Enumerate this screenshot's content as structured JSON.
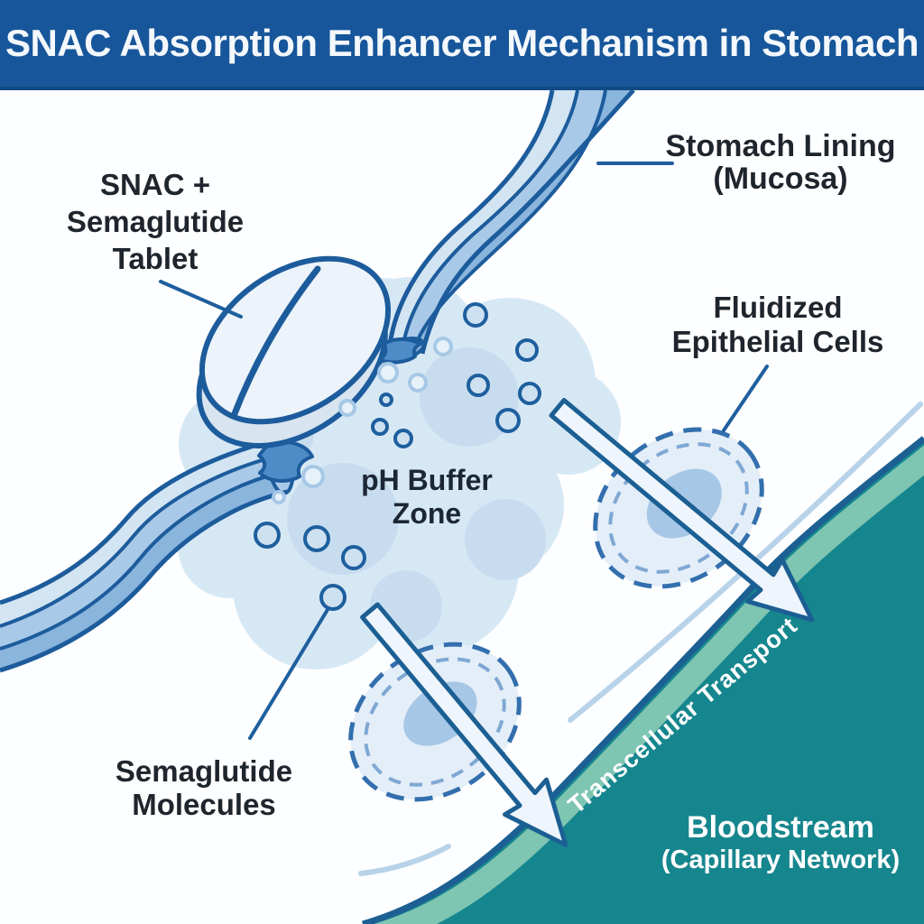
{
  "title": {
    "text": "SNAC Absorption Enhancer Mechanism in Stomach"
  },
  "labels": {
    "tablet": {
      "lines": [
        "SNAC +",
        "Semaglutide",
        "Tablet"
      ]
    },
    "stomach_lining": {
      "lines": [
        "Stomach Lining",
        "(Mucosa)"
      ]
    },
    "fluidized_cells": {
      "lines": [
        "Fluidized",
        "Epithelial Cells"
      ]
    },
    "ph_buffer_zone": {
      "lines": [
        "pH Buffer",
        "Zone"
      ]
    },
    "semaglutide_molecules": {
      "lines": [
        "Semaglutide",
        "Molecules"
      ]
    },
    "transcellular_transport": {
      "text": "Transcellular Transport"
    },
    "bloodstream": {
      "lines": [
        "Bloodstream",
        "(Capillary Network)"
      ]
    }
  },
  "colors": {
    "header_bg": "#17569a",
    "header_border": "#114a85",
    "outline_blue": "#1d5c9c",
    "ribbon_light": "#d3e5f3",
    "ribbon_mid": "#a9c9e8",
    "ribbon_dark": "#8ab5dd",
    "splash_blue": "#4e8cc8",
    "cloud_blue": "#d7e8f5",
    "bubble_fill": "#cde1f1",
    "cell_fill": "#e4eef8",
    "nucleus_blue": "#a7c7e7",
    "arrow_fill": "#eef5fc",
    "teal_bloodstream": "#16868e",
    "teal_band": "#7ec5b2",
    "label_text": "#1f252d",
    "white_text": "#ffffff"
  }
}
